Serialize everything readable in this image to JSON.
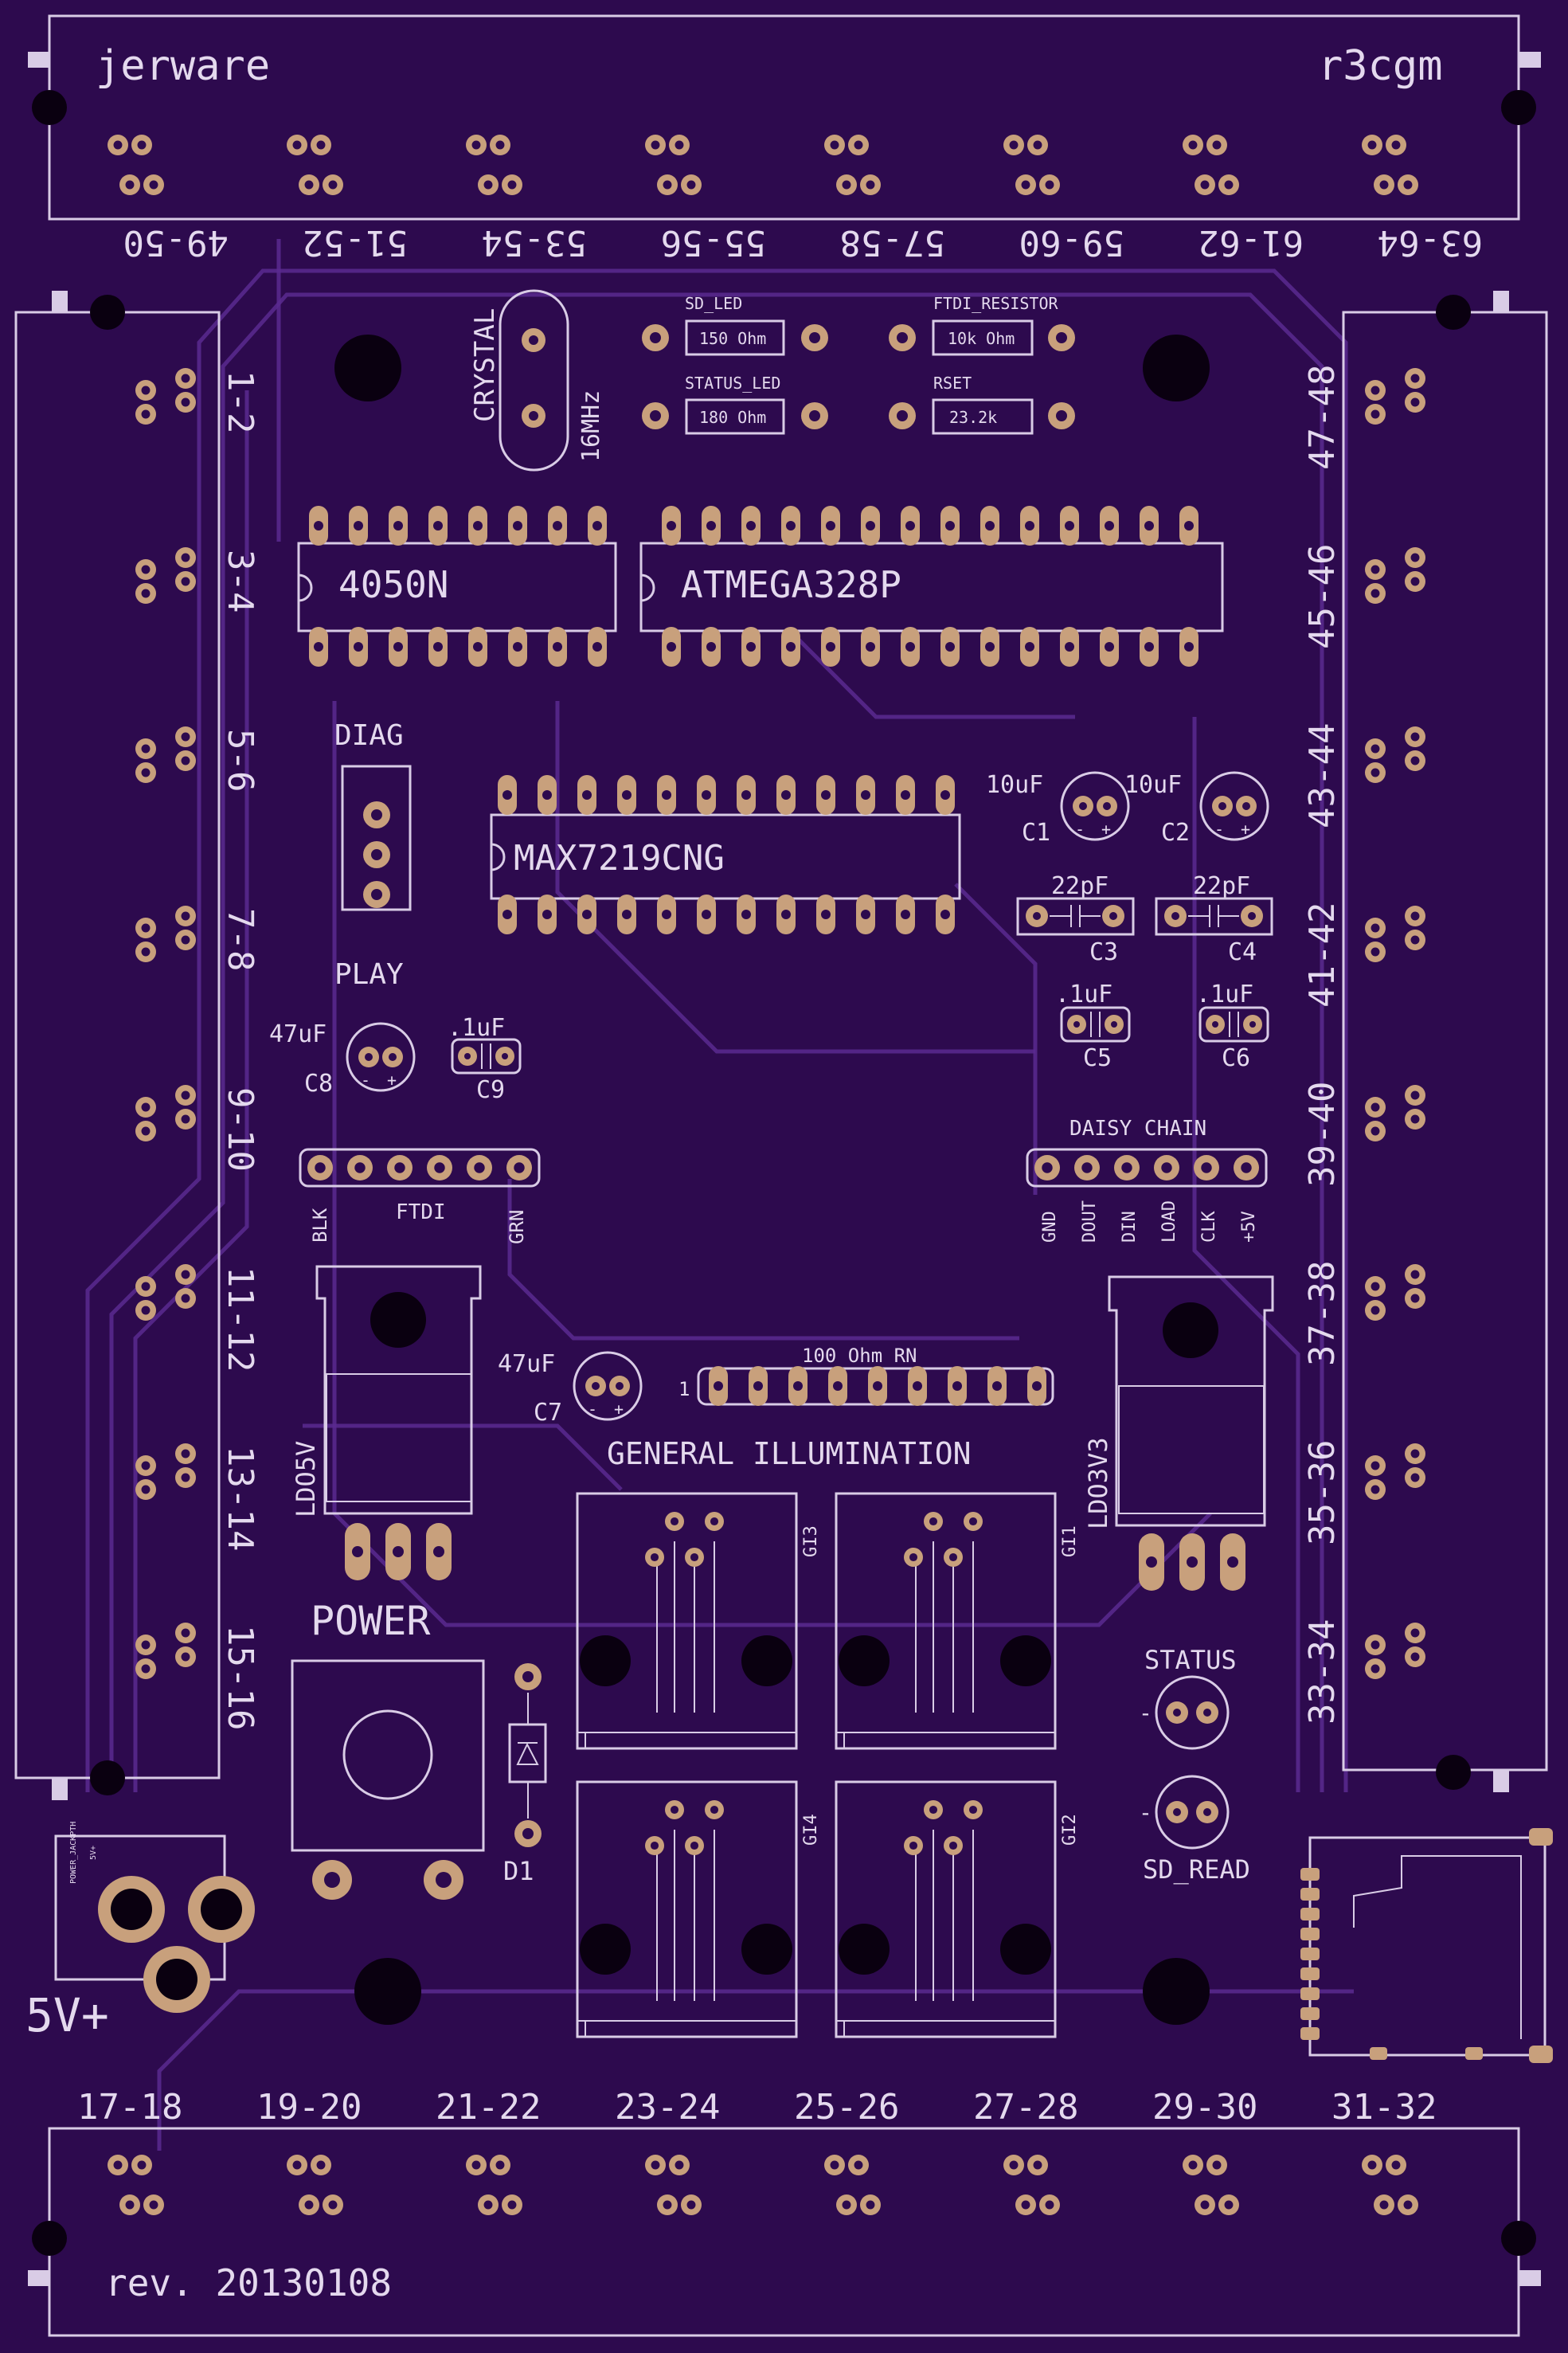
{
  "board": {
    "top_left_label": "jerware",
    "top_right_label": "r3cgm",
    "revision": "rev. 20130108",
    "power_label": "5V+",
    "power_switch_label": "POWER",
    "power_jack_small": "POWER_JACKPTH",
    "power_jack_small2": "5V+",
    "crystal_label": "CRYSTAL",
    "crystal_freq": "16MHz",
    "chip_4050": "4050N",
    "chip_atmega": "ATMEGA328P",
    "chip_max": "MAX7219CNG",
    "diag_label": "DIAG",
    "play_label": "PLAY",
    "sd_led_label": "SD_LED",
    "sd_led_value": "150 Ohm",
    "status_led_label": "STATUS_LED",
    "status_led_value": "180 Ohm",
    "ftdi_res_label": "FTDI_RESISTOR",
    "ftdi_res_value": "10k Ohm",
    "rset_label": "RSET",
    "rset_value": "23.2k",
    "c1_value": "10uF",
    "c1_name": "C1",
    "c2_value": "10uF",
    "c2_name": "C2",
    "c3_value": "22pF",
    "c3_name": "C3",
    "c4_value": "22pF",
    "c4_name": "C4",
    "c5_value": ".1uF",
    "c5_name": "C5",
    "c6_value": ".1uF",
    "c6_name": "C6",
    "c7_value": "47uF",
    "c7_name": "C7",
    "c8_value": "47uF",
    "c8_name": "C8",
    "c9_value": ".1uF",
    "c9_name": "C9",
    "daisy_label": "DAISY CHAIN",
    "daisy_pins": [
      "GND",
      "DOUT",
      "DIN",
      "LOAD",
      "CLK",
      "+5V"
    ],
    "ftdi_label": "FTDI",
    "ftdi_blk": "BLK",
    "ftdi_grn": "GRN",
    "ldo5_label": "LDO5V",
    "ldo3_label": "LDO3V3",
    "rn_label": "100 Ohm RN",
    "rn_pin1": "1",
    "gi_label": "GENERAL ILLUMINATION",
    "gi_names": [
      "GI3",
      "GI1",
      "GI4",
      "GI2"
    ],
    "status_label": "STATUS",
    "sd_read_label": "SD_READ",
    "led_minus": "-",
    "d1_label": "D1"
  },
  "top_connectors": [
    "63-64",
    "61-62",
    "59-60",
    "57-58",
    "55-56",
    "53-54",
    "51-52",
    "49-50"
  ],
  "bottom_connectors": [
    "17-18",
    "19-20",
    "21-22",
    "23-24",
    "25-26",
    "27-28",
    "29-30",
    "31-32"
  ],
  "left_connectors": [
    "1-2",
    "3-4",
    "5-6",
    "7-8",
    "9-10",
    "11-12",
    "13-14",
    "15-16"
  ],
  "right_connectors": [
    "47-48",
    "45-46",
    "43-44",
    "41-42",
    "39-40",
    "37-38",
    "35-36",
    "33-34"
  ],
  "colors": {
    "board": "#2d0a4e",
    "trace": "#5a2a90",
    "silkscreen": "#e4d9ee",
    "pad": "#c8a07c"
  }
}
